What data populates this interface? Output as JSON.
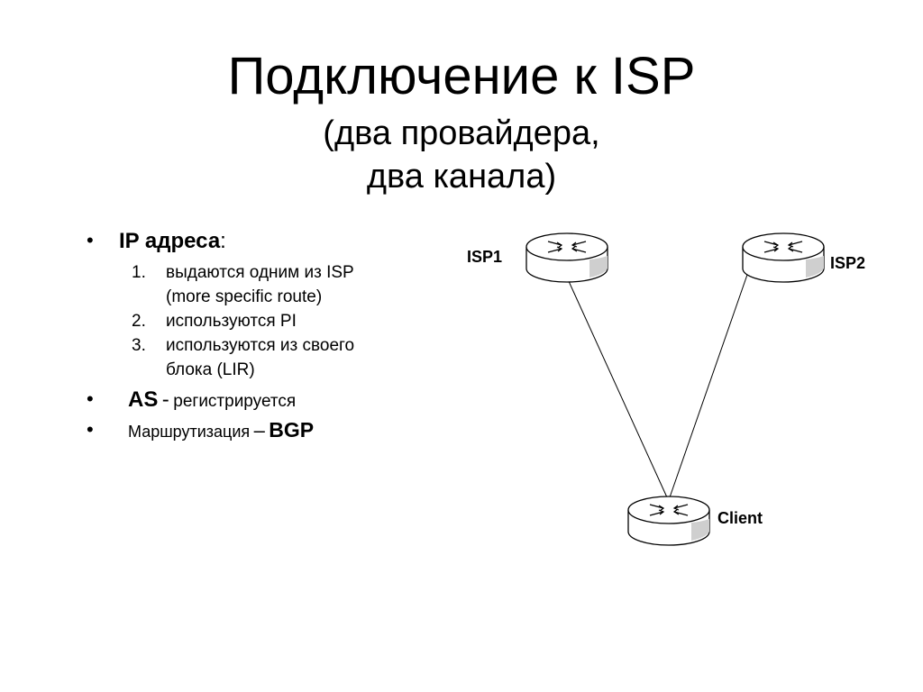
{
  "slide": {
    "title": "Подключение к ISP",
    "subtitle_line1": "(два провайдера,",
    "subtitle_line2": "два канала)"
  },
  "bullets": {
    "marker": "•",
    "ip": {
      "label": "IP адреса",
      "colon": ":",
      "items": [
        {
          "num": "1.",
          "line1": "выдаются одним из ISP",
          "line2": "(more specific route)"
        },
        {
          "num": "2.",
          "line1": "используются PI"
        },
        {
          "num": "3.",
          "line1": "используются из своего",
          "line2": "блока (LIR)"
        }
      ]
    },
    "as": {
      "label": "AS",
      "dash": "-",
      "text": "регистрируется"
    },
    "routing": {
      "text": "Маршрутизация",
      "dash": "–",
      "label": "BGP"
    }
  },
  "diagram": {
    "nodes": [
      {
        "id": "isp1",
        "label": "ISP1",
        "icon": "router-icon"
      },
      {
        "id": "isp2",
        "label": "ISP2",
        "icon": "router-icon"
      },
      {
        "id": "client",
        "label": "Client",
        "icon": "router-icon"
      }
    ],
    "links": [
      {
        "from": "isp1",
        "to": "client"
      },
      {
        "from": "isp2",
        "to": "client"
      }
    ]
  }
}
